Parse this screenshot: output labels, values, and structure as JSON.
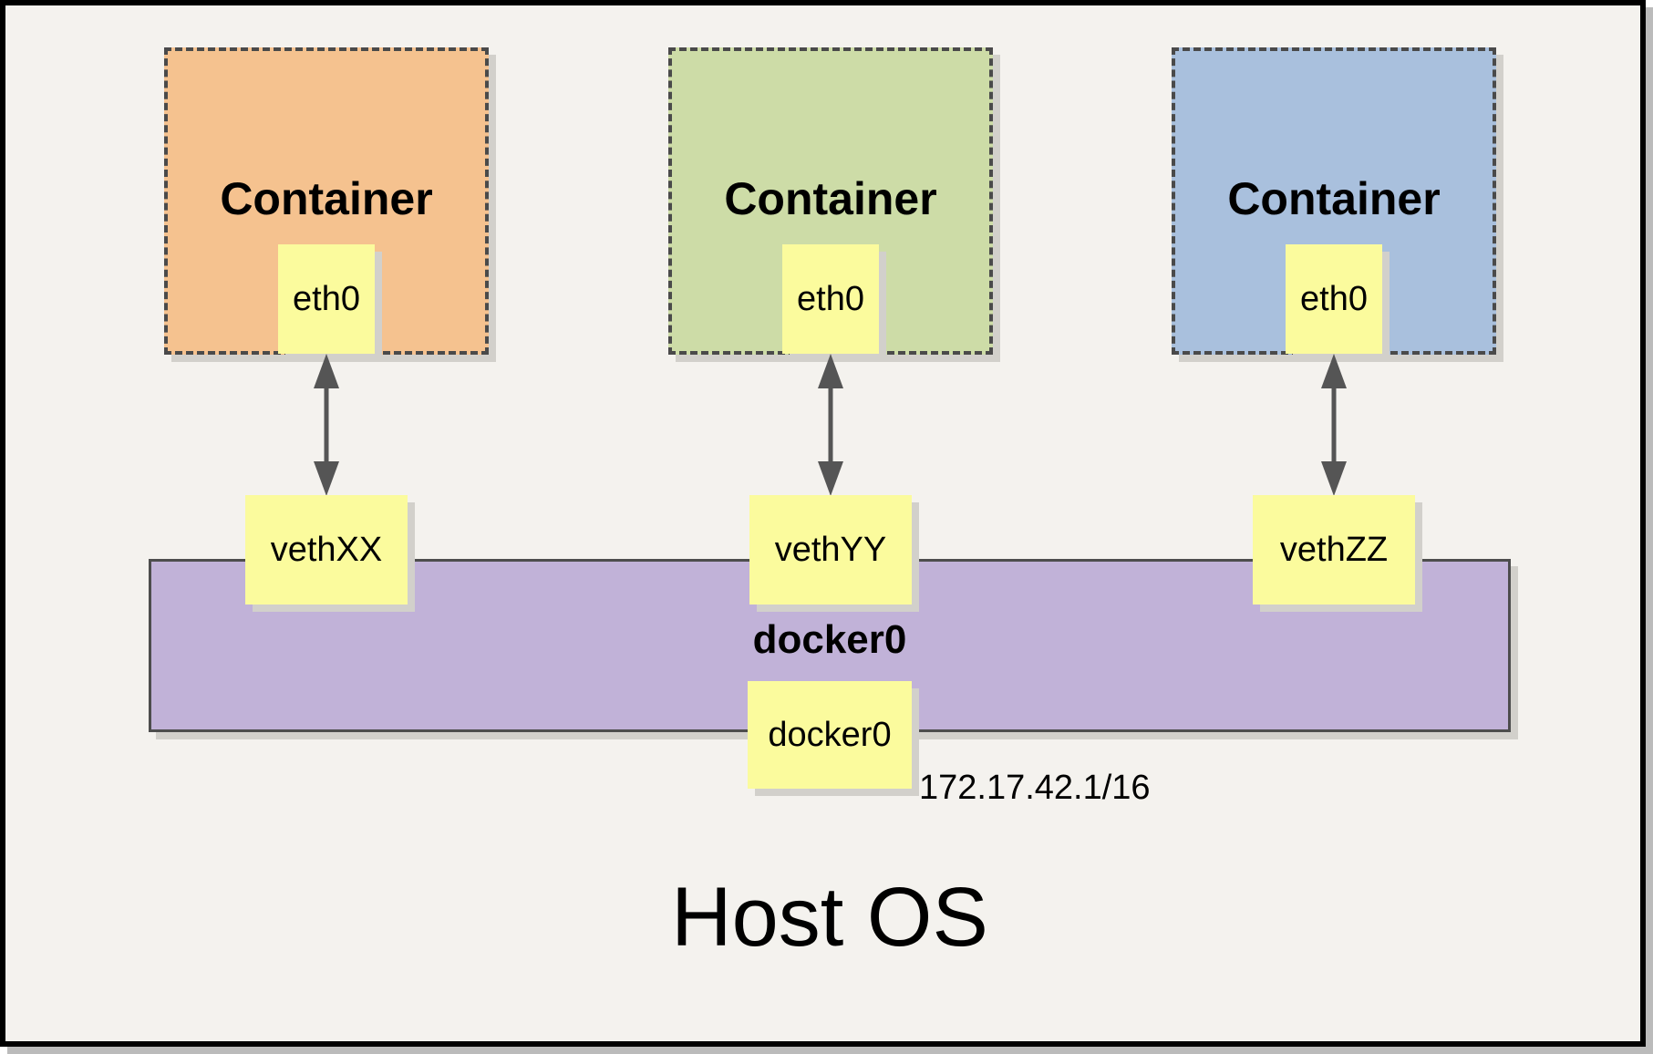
{
  "host": {
    "label": "Host OS"
  },
  "containers": [
    {
      "label": "Container",
      "interface_label": "eth0",
      "veth_label": "vethXX",
      "fill": "#F5C28F"
    },
    {
      "label": "Container",
      "interface_label": "eth0",
      "veth_label": "vethYY",
      "fill": "#CDDCA7"
    },
    {
      "label": "Container",
      "interface_label": "eth0",
      "veth_label": "vethZZ",
      "fill": "#A9C0DD"
    }
  ],
  "bridge": {
    "label": "docker0",
    "interface_label": "docker0",
    "ip": "172.17.42.1/16",
    "fill": "#C1B2D8"
  },
  "colors": {
    "interface_box": "#FBFB9D",
    "arrow": "#555555",
    "canvas_background": "#F4F2EE",
    "dashed_border": "#4A4A4A",
    "bar_border": "#4D4D4D",
    "frame_border": "#000000",
    "shadow": "#D2D0CB"
  }
}
